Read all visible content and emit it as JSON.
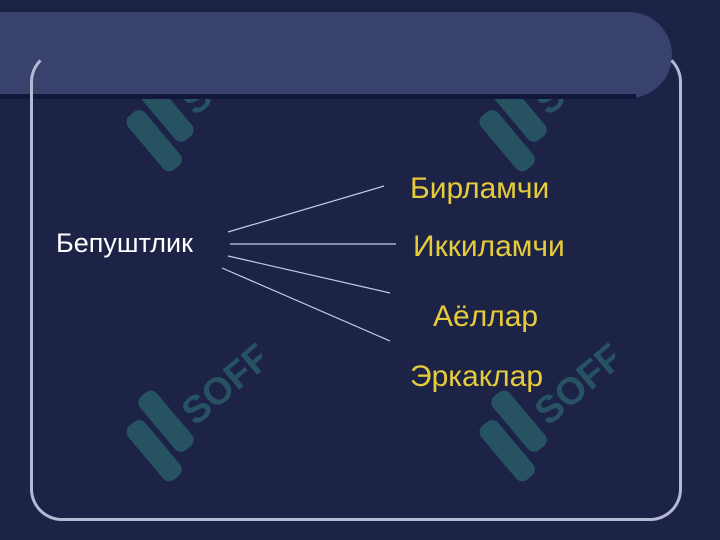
{
  "watermark": {
    "text": "SOFF",
    "color": "#2f7a78"
  },
  "colors": {
    "background": "#1d2347",
    "title_bar": "#39426d",
    "frame": "#b4b9d6",
    "source_text": "#ffffff",
    "target_text": "#e6cc3a",
    "connector": "#c9cde6"
  },
  "diagram": {
    "source": "Бепуштлик",
    "targets": [
      "Бирламчи",
      "Иккиламчи",
      "Аёллар",
      "Эркаклар"
    ]
  }
}
